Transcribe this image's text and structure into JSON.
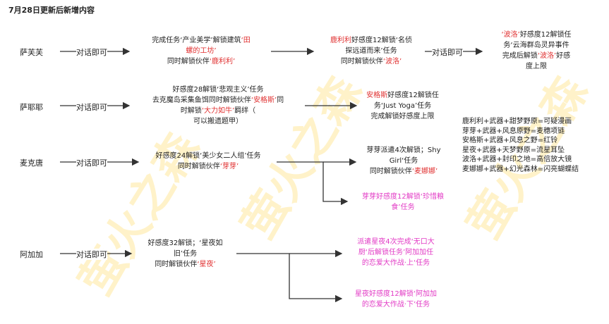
{
  "title": "7月28日更新后新增内容",
  "watermarks": [
    "萤火之森",
    "萤火之森",
    "萤火之森"
  ],
  "talk_label": "对话即可",
  "characters": [
    {
      "name": "萨芙芙"
    },
    {
      "name": "萨耶耶"
    },
    {
      "name": "麦克唐"
    },
    {
      "name": "阿加加"
    }
  ],
  "safufu": {
    "box1": {
      "l1": "完成任务‘产业美学’解锁建筑",
      "l1_red": "‘田",
      "l2_red": "螺的工坊’",
      "l3": "同时解锁伙伴",
      "l3_red": "‘鹿利利’"
    },
    "box2": {
      "l1_red": "鹿利利",
      "l1": "好感度12解锁‘名侦",
      "l2": "探远道而来’任务",
      "l3": "同时解锁伙伴",
      "l3_red": "‘波洛’"
    },
    "box3": {
      "l1_red": "‘波洛’",
      "l1": "好感度12解锁任",
      "l2": "务‘云海群岛灵异事件",
      "l3": "完成后解锁",
      "l3_red": "‘波洛’",
      "l3b": "好感",
      "l4": "度上限"
    }
  },
  "sayeye": {
    "box1": {
      "l1": "好感度28解锁‘悲观主义’任务",
      "l2": "去克魔岛采集鱼饵同时解锁伙伴",
      "l2_red": "‘安格斯’",
      "l2b": "同",
      "l3": "时解锁",
      "l3_red": "‘大力如牛’",
      "l3b": "羁绊（",
      "l4": "可以搬遗题甲）"
    },
    "box2": {
      "l1_red": "安格斯",
      "l1": "好感度12解锁任",
      "l2": "务‘Just Yoga’任务",
      "l3": "完成解锁好感度上限"
    }
  },
  "maiketang": {
    "box1": {
      "l1": "好感度24解锁‘美少女二人组’任务",
      "l2": "同时解锁伙伴",
      "l2_red": "‘芽芽’"
    },
    "box2": {
      "l1": "芽芽派遣4次解锁；Shy",
      "l2": "Girl‘任务",
      "l3": "同时解锁伙伴",
      "l3_red": "‘麦娜娜’"
    },
    "box3": {
      "l1": "芽芽好感度12解锁‘珍惜粮",
      "l2": "食’任务"
    }
  },
  "ajiajia": {
    "box1": {
      "l1": "好感度32解锁；‘星夜如",
      "l2": "旧’任务",
      "l3": "同时解锁伙伴",
      "l3_red": "‘星夜’"
    },
    "box2": {
      "l1": "派遣星夜4次完成‘无口大",
      "l2": "厨‘后解锁任务’阿加加任",
      "l3": "的恋爱大作战·上‘任务"
    },
    "box3": {
      "l1": "星夜好感度12解锁‘阿加加",
      "l2": "的恋爱大作战·下’任务"
    }
  },
  "combos": [
    "鹿利利+武器+甜梦野原=可疑漫画",
    "芽芽+武器+风息原野=麦穗项链",
    "安格斯+武器+风息之野=红铃",
    "星夜+武器+天梦野原=流星耳坠",
    "波洛+武器+封印之地=高倍放大镜",
    "麦娜娜+武器+幻光森林=闪亮蝴蝶结"
  ]
}
